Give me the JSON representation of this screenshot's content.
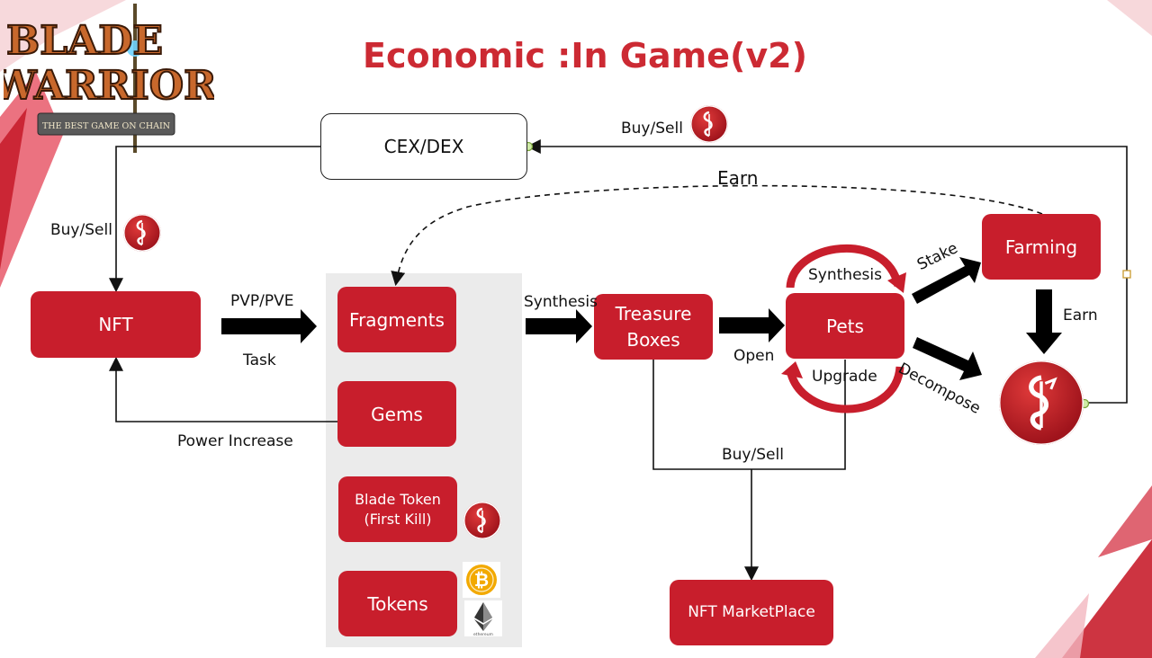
{
  "title": "Economic :In Game(v2)",
  "logo": {
    "line1": "BLADE",
    "line2": "WARRIOR",
    "tagline": "THE BEST GAME ON CHAIN"
  },
  "nodes": {
    "cex_dex": "CEX/DEX",
    "nft": "NFT",
    "fragments": "Fragments",
    "gems": "Gems",
    "blade_token_line1": "Blade Token",
    "blade_token_line2": "(First Kill)",
    "tokens": "Tokens",
    "treasure_line1": "Treasure",
    "treasure_line2": "Boxes",
    "pets": "Pets",
    "farming": "Farming",
    "marketplace_prefix": "NFT ",
    "marketplace_word": "MarketPlace"
  },
  "edge_labels": {
    "buy_sell_top": "Buy/Sell",
    "buy_sell_left": "Buy/Sell",
    "earn_top": "Earn",
    "pvp_pve": "PVP/PVE",
    "task": "Task",
    "power_increase": "Power Increase",
    "synthesis_left": "Synthesis",
    "open": "Open",
    "synthesis_pets": "Synthesis",
    "upgrade": "Upgrade",
    "stake": "Stake",
    "decompose": "Decompose",
    "earn_right": "Earn",
    "buy_sell_bottom": "Buy/Sell"
  },
  "icons": {
    "blade_coin": "dragon-coin-icon",
    "bitcoin": "bitcoin-icon",
    "ethereum": "ethereum-icon",
    "eth_caption": "ethereum"
  },
  "colors": {
    "brand_red": "#c81e2c",
    "title_red": "#cc2a33",
    "panel_gray": "#ebebeb",
    "bitcoin_orange": "#f2a900"
  }
}
